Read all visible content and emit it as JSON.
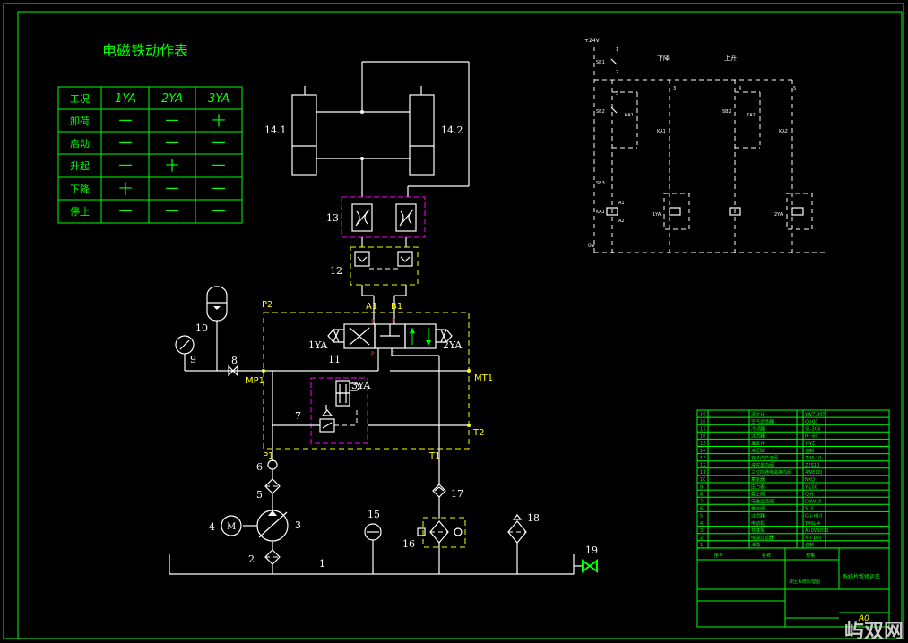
{
  "action_table": {
    "title": "电磁铁动作表",
    "headers": [
      "工况",
      "1YA",
      "2YA",
      "3YA"
    ],
    "rows": [
      {
        "name": "卸荷",
        "cells": [
          "一",
          "一",
          "十"
        ]
      },
      {
        "name": "启动",
        "cells": [
          "一",
          "一",
          "一"
        ]
      },
      {
        "name": "升起",
        "cells": [
          "一",
          "十",
          "一"
        ]
      },
      {
        "name": "下降",
        "cells": [
          "十",
          "一",
          "一"
        ]
      },
      {
        "name": "停止",
        "cells": [
          "一",
          "一",
          "一"
        ]
      }
    ]
  },
  "hydraulic_labels": {
    "cyl_left": "14.1",
    "cyl_right": "14.2",
    "n13": "13",
    "n12": "12",
    "n11": "11",
    "n10": "10",
    "n9": "9",
    "n8": "8",
    "n7": "7",
    "n6": "6",
    "n5": "5",
    "n4": "4",
    "n3": "3",
    "n2": "2",
    "n1": "1",
    "n15": "15",
    "n16": "16",
    "n17": "17",
    "n18": "18",
    "n19": "19",
    "P2": "P2",
    "A1": "A1",
    "B1": "B1",
    "MP1": "MP1",
    "MT1": "MT1",
    "T2": "T2",
    "P1": "P1",
    "T1": "T1",
    "ya1": "1YA",
    "ya2": "2YA",
    "ya3": "3YA",
    "motor": "M",
    "port_a": "A",
    "port_b": "B",
    "port_p": "P",
    "port_t": "T"
  },
  "electrical": {
    "supply_pos": "+24V",
    "supply_neg": "0V",
    "label_down": "下降",
    "label_up": "上升",
    "wire_numbers": [
      "1",
      "2",
      "3",
      "4",
      "5"
    ],
    "switches": [
      "SB1",
      "SB2",
      "SB3"
    ],
    "relays": [
      "KA1",
      "KA2"
    ],
    "coils": [
      "1YA",
      "2YA"
    ],
    "coil_pins": [
      "A1",
      "A2"
    ]
  },
  "bom": {
    "rows": [
      {
        "no": "19",
        "name": "液位计",
        "spec": "YWZ-80T"
      },
      {
        "no": "18",
        "name": "空气滤清器",
        "spec": "QUQ3"
      },
      {
        "no": "17",
        "name": "冷却器",
        "spec": "SL-304"
      },
      {
        "no": "16",
        "name": "过滤器",
        "spec": "RF-60"
      },
      {
        "no": "15",
        "name": "温度计",
        "spec": "YWZ"
      },
      {
        "no": "14",
        "name": "液压缸",
        "spec": "自制"
      },
      {
        "no": "13",
        "name": "双单向节流阀",
        "spec": "ZDF-10"
      },
      {
        "no": "12",
        "name": "液控单向阀",
        "spec": "Z2S10"
      },
      {
        "no": "11",
        "name": "三位四通电磁换向阀",
        "spec": "4WE10J"
      },
      {
        "no": "10",
        "name": "蓄能器",
        "spec": "NXQ"
      },
      {
        "no": "9",
        "name": "压力表",
        "spec": "Y-100"
      },
      {
        "no": "8",
        "name": "截止阀",
        "spec": "QJH"
      },
      {
        "no": "7",
        "name": "电磁溢流阀",
        "spec": "DBW10"
      },
      {
        "no": "6",
        "name": "单向阀",
        "spec": "S10"
      },
      {
        "no": "5",
        "name": "过滤器",
        "spec": "GU-H10"
      },
      {
        "no": "4",
        "name": "电动机",
        "spec": "Y90L-4"
      },
      {
        "no": "3",
        "name": "柱塞泵",
        "spec": "A10VSO71"
      },
      {
        "no": "2",
        "name": "吸油过滤器",
        "spec": "XU-160"
      },
      {
        "no": "1",
        "name": "油箱",
        "spec": "自制"
      }
    ],
    "header": [
      "序号",
      "名称",
      "规格"
    ],
    "title": "液压系统原理图",
    "subtitle": "系统片帮修运车",
    "sheet": "A0"
  },
  "watermark": "屿双网"
}
